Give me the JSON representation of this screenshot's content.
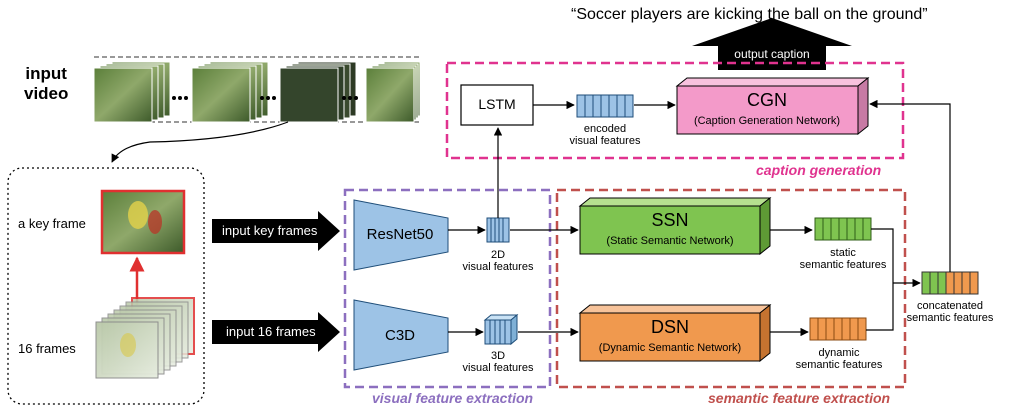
{
  "caption_quote": "“Soccer players are kicking the ball on the ground”",
  "output_caption": "output caption",
  "input_video": [
    "input",
    "video"
  ],
  "key_frame_label": "a key frame",
  "frames16_label": "16 frames",
  "input_key_frames": "input key frames",
  "input_16_frames": "input 16 frames",
  "lstm": "LSTM",
  "encoded_features": [
    "encoded",
    "visual features"
  ],
  "cgn": {
    "title": "CGN",
    "subtitle": "(Caption Generation Network)"
  },
  "caption_generation": "caption  generation",
  "resnet": "ResNet50",
  "c3d": "C3D",
  "features_2d": [
    "2D",
    "visual features"
  ],
  "features_3d": [
    "3D",
    "visual features"
  ],
  "ssn": {
    "title": "SSN",
    "subtitle": "(Static Semantic Network)"
  },
  "dsn": {
    "title": "DSN",
    "subtitle": "(Dynamic Semantic Network)"
  },
  "static_features": [
    "static",
    "semantic features"
  ],
  "dynamic_features": [
    "dynamic",
    "semantic features"
  ],
  "concat_features": [
    "concatenated",
    "semantic features"
  ],
  "visual_extraction": "visual  feature  extraction",
  "semantic_extraction": "semantic  feature  extraction",
  "colors": {
    "pink": "#e0338f",
    "purple": "#8c6fbf",
    "red_dash": "#c0504d",
    "blue": "#9dc3e6",
    "green": "#7fc450",
    "orange": "#f0994e",
    "cgn_pink": "#f39ac9",
    "frame_red": "#e03030"
  }
}
